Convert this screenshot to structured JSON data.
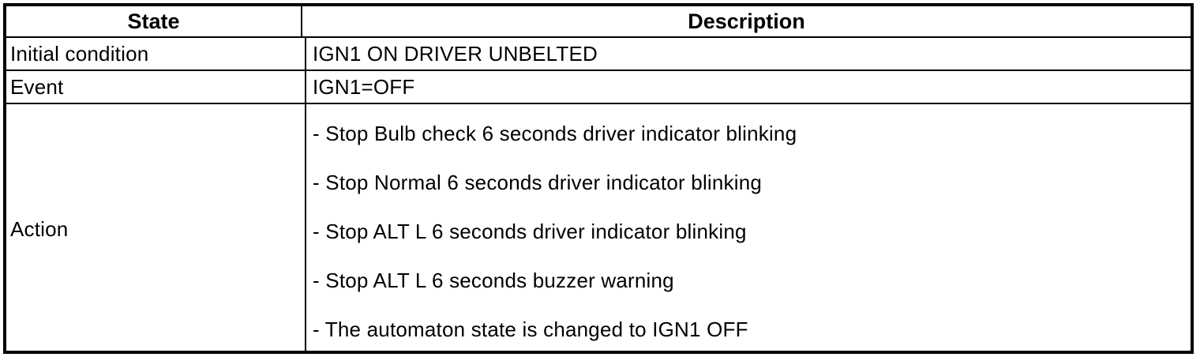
{
  "table": {
    "headers": {
      "state": "State",
      "description": "Description"
    },
    "rows": [
      {
        "state": "Initial condition",
        "description": "IGN1 ON DRIVER UNBELTED"
      },
      {
        "state": "Event",
        "description": "IGN1=OFF"
      }
    ],
    "action": {
      "state": "Action",
      "items": [
        "- Stop Bulb check 6 seconds driver indicator blinking",
        "- Stop Normal 6 seconds driver indicator blinking",
        "- Stop ALT L 6 seconds driver indicator blinking",
        "- Stop ALT L 6 seconds buzzer warning",
        "- The automaton state is changed to IGN1 OFF"
      ]
    },
    "colors": {
      "border": "#000000",
      "text": "#000000",
      "background": "#ffffff"
    }
  }
}
